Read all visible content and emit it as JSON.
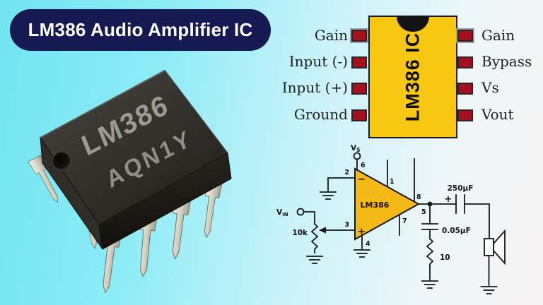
{
  "banner": {
    "title": "LM386 Audio Amplifier IC"
  },
  "colors": {
    "banner_navy": "#161a52",
    "background_cyan": "#72e4f2",
    "ic_yellow": "#f8c712",
    "pin_crimson": "#a50f1e",
    "amp_yellow": "#f5b917"
  },
  "chip_photo": {
    "marking_line1": "LM386",
    "marking_line2": "AQN1Y"
  },
  "pinout": {
    "ic_label": "LM386 IC",
    "left_pins": [
      "Gain",
      "Input (-)",
      "Input (+)",
      "Ground"
    ],
    "right_pins": [
      "Gain",
      "Bypass",
      "Vs",
      "Vout"
    ]
  },
  "schematic": {
    "ic_name": "LM386",
    "vs": {
      "base": "V",
      "sub": "S"
    },
    "vin": {
      "base": "V",
      "sub": "IN"
    },
    "pot_value": "10k",
    "output_cap_value": "250µF",
    "zobel_cap_value": "0.05µF",
    "zobel_res_value": "10",
    "plus_sign": "+",
    "minus_sign": "−",
    "pins": {
      "p1": "1",
      "p2": "2",
      "p3": "3",
      "p4": "4",
      "p5": "5",
      "p6": "6",
      "p7": "7",
      "p8": "8"
    }
  }
}
